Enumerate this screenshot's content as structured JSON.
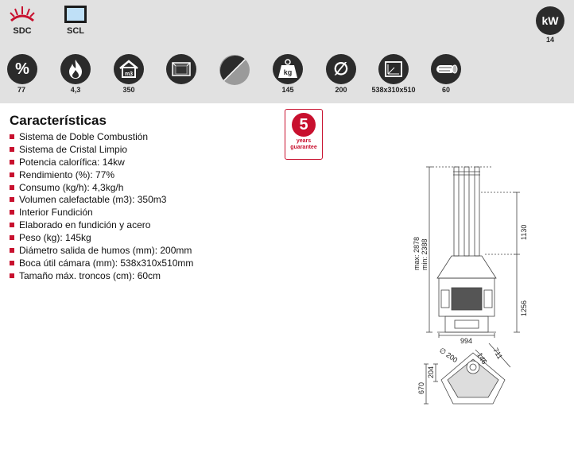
{
  "top_badges": {
    "sdc": {
      "label": "SDC",
      "icon": "double-combustion-icon"
    },
    "scl": {
      "label": "SCL",
      "icon": "clean-glass-icon"
    },
    "kw": {
      "label": "kW",
      "value": "14"
    }
  },
  "spec_icons": [
    {
      "symbol": "%",
      "value": "77",
      "icon": "percent-icon"
    },
    {
      "symbol": "",
      "value": "4,3",
      "icon": "flame-icon"
    },
    {
      "symbol": "m3",
      "value": "350",
      "icon": "house-volume-icon"
    },
    {
      "symbol": "",
      "value": "",
      "icon": "cast-iron-interior-icon"
    },
    {
      "symbol": "",
      "value": "",
      "icon": "material-steel-icon"
    },
    {
      "symbol": "kg",
      "value": "145",
      "icon": "weight-icon"
    },
    {
      "symbol": "∅",
      "value": "200",
      "icon": "flue-diameter-icon"
    },
    {
      "symbol": "",
      "value": "538x310x510",
      "icon": "chamber-size-icon"
    },
    {
      "symbol": "",
      "value": "60",
      "icon": "log-size-icon"
    }
  ],
  "characteristics": {
    "title": "Características",
    "items": [
      "Sistema de Doble Combustión",
      "Sistema de Cristal Limpio",
      "Potencia calorífica: 14kw",
      "Rendimiento (%): 77%",
      "Consumo (kg/h): 4,3kg/h",
      "Volumen calefactable (m3): 350m3",
      "Interior Fundición",
      "Elaborado en fundición y acero",
      "Peso (kg): 145kg",
      "Diámetro salida de humos (mm): 200mm",
      "Boca útil cámara (mm): 538x310x510mm",
      "Tamaño máx. troncos (cm): 60cm"
    ]
  },
  "guarantee": {
    "number": "5",
    "line1": "years",
    "line2": "guarantee"
  },
  "drawing": {
    "dim_max": "max: 2878",
    "dim_min": "min: 2388",
    "dim_upper": "1130",
    "dim_lower": "1256",
    "dim_width": "994",
    "plan_flue": "∅ 200",
    "plan_146": "146",
    "plan_711": "711",
    "plan_204": "204",
    "plan_670": "670"
  },
  "colors": {
    "accent": "#c8102e",
    "icon_bg": "#2b2b2b",
    "band": "#e1e1e1"
  }
}
